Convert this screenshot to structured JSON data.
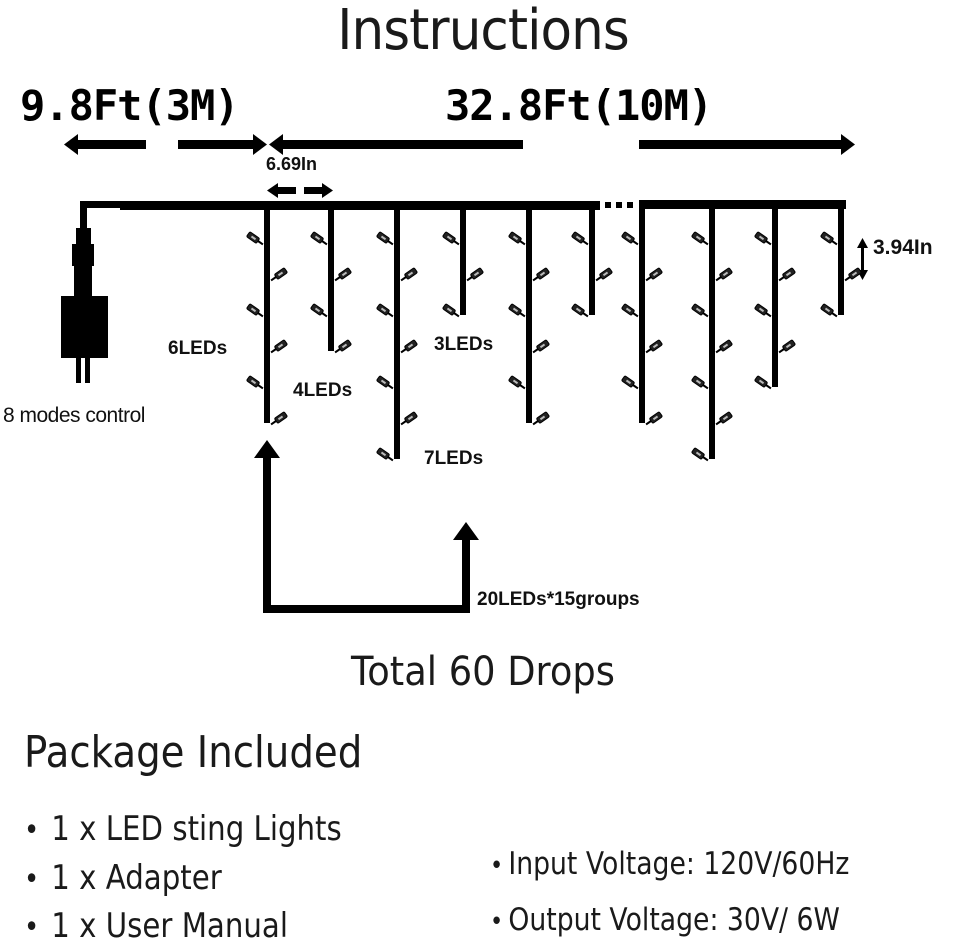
{
  "title": "Instructions",
  "dimensions": {
    "lead_length": "9.8Ft(3M)",
    "string_length": "32.8Ft(10M)",
    "drop_spacing": "6.69In",
    "led_spacing": "3.94In"
  },
  "control_label": "8 modes control",
  "drop_labels": {
    "six": "6LEDs",
    "four": "4LEDs",
    "three": "3LEDs",
    "seven": "7LEDs"
  },
  "group_label": "20LEDs*15groups",
  "drop_led_counts": [
    6,
    4,
    7,
    3,
    6,
    3,
    6,
    7,
    5,
    3
  ],
  "total_label": "Total 60 Drops",
  "package": {
    "title": "Package Included",
    "bullet": "•",
    "items": [
      "1 x LED sting Lights",
      "1 x Adapter",
      "1 x User Manual"
    ]
  },
  "specs": {
    "bullet": "•",
    "items": [
      "Input Voltage: 120V/60Hz",
      "Output Voltage: 30V/ 6W"
    ]
  },
  "colors": {
    "ink": "#000000",
    "text": "#1a1a1a",
    "background": "#ffffff"
  }
}
